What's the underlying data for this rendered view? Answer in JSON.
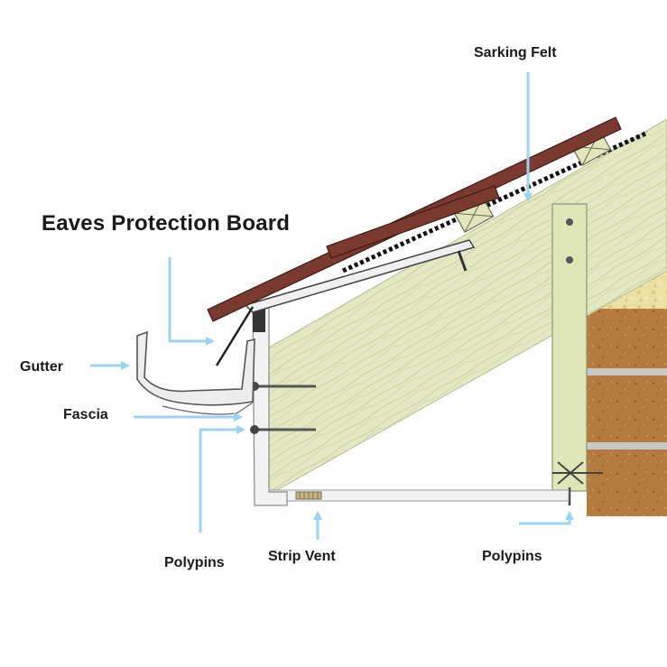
{
  "labels": {
    "sarking_felt": "Sarking Felt",
    "eaves_protection_board": "Eaves Protection Board",
    "gutter": "Gutter",
    "fascia": "Fascia",
    "polypins_left": "Polypins",
    "strip_vent": "Strip Vent",
    "polypins_right": "Polypins"
  },
  "colors": {
    "arrow": "#9dd3f5",
    "rafter_wood": "#e3e8c3",
    "tile": "#7a3a30",
    "wall_brick": "#b57a3e",
    "insulation": "#e8dc9c",
    "pvc": "#f2f2f2"
  }
}
